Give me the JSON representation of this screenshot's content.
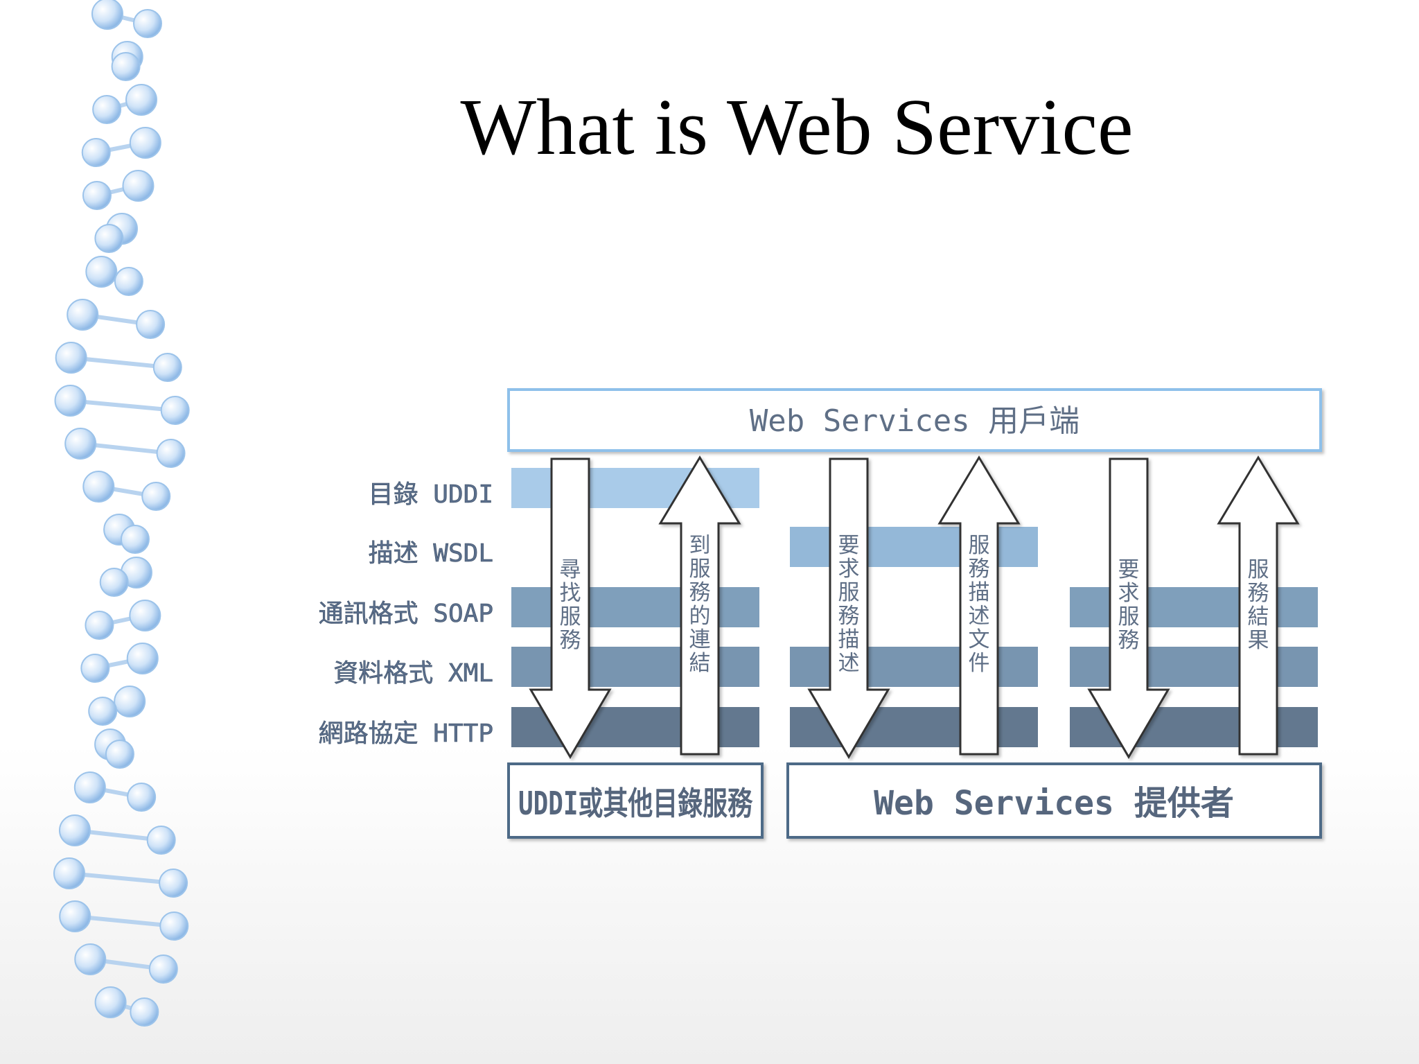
{
  "slide": {
    "title": "What is Web Service"
  },
  "diagram": {
    "client_label": "Web Services 用戶端",
    "registry_label": "UDDI或其他目錄服務",
    "provider_label": "Web Services 提供者",
    "layers": [
      {
        "label": "目錄 UDDI"
      },
      {
        "label": "描述 WSDL"
      },
      {
        "label": "通訊格式 SOAP"
      },
      {
        "label": "資料格式 XML"
      },
      {
        "label": "網路協定 HTTP"
      }
    ],
    "arrows": [
      {
        "direction": "down",
        "text": "尋找服務"
      },
      {
        "direction": "up",
        "text": "到服務的連結"
      },
      {
        "direction": "down",
        "text": "要求服務描述"
      },
      {
        "direction": "up",
        "text": "服務描述文件"
      },
      {
        "direction": "down",
        "text": "要求服務"
      },
      {
        "direction": "up",
        "text": "服務結果"
      }
    ],
    "colors": {
      "uddi_band": "#a9cbe9",
      "wsdl_band": "#94b8d8",
      "soap_band": "#7f9fbb",
      "xml_band": "#7895b0",
      "http_band": "#63788f",
      "client_border": "#8ec0ea",
      "bottom_border": "#4d6a87"
    }
  }
}
